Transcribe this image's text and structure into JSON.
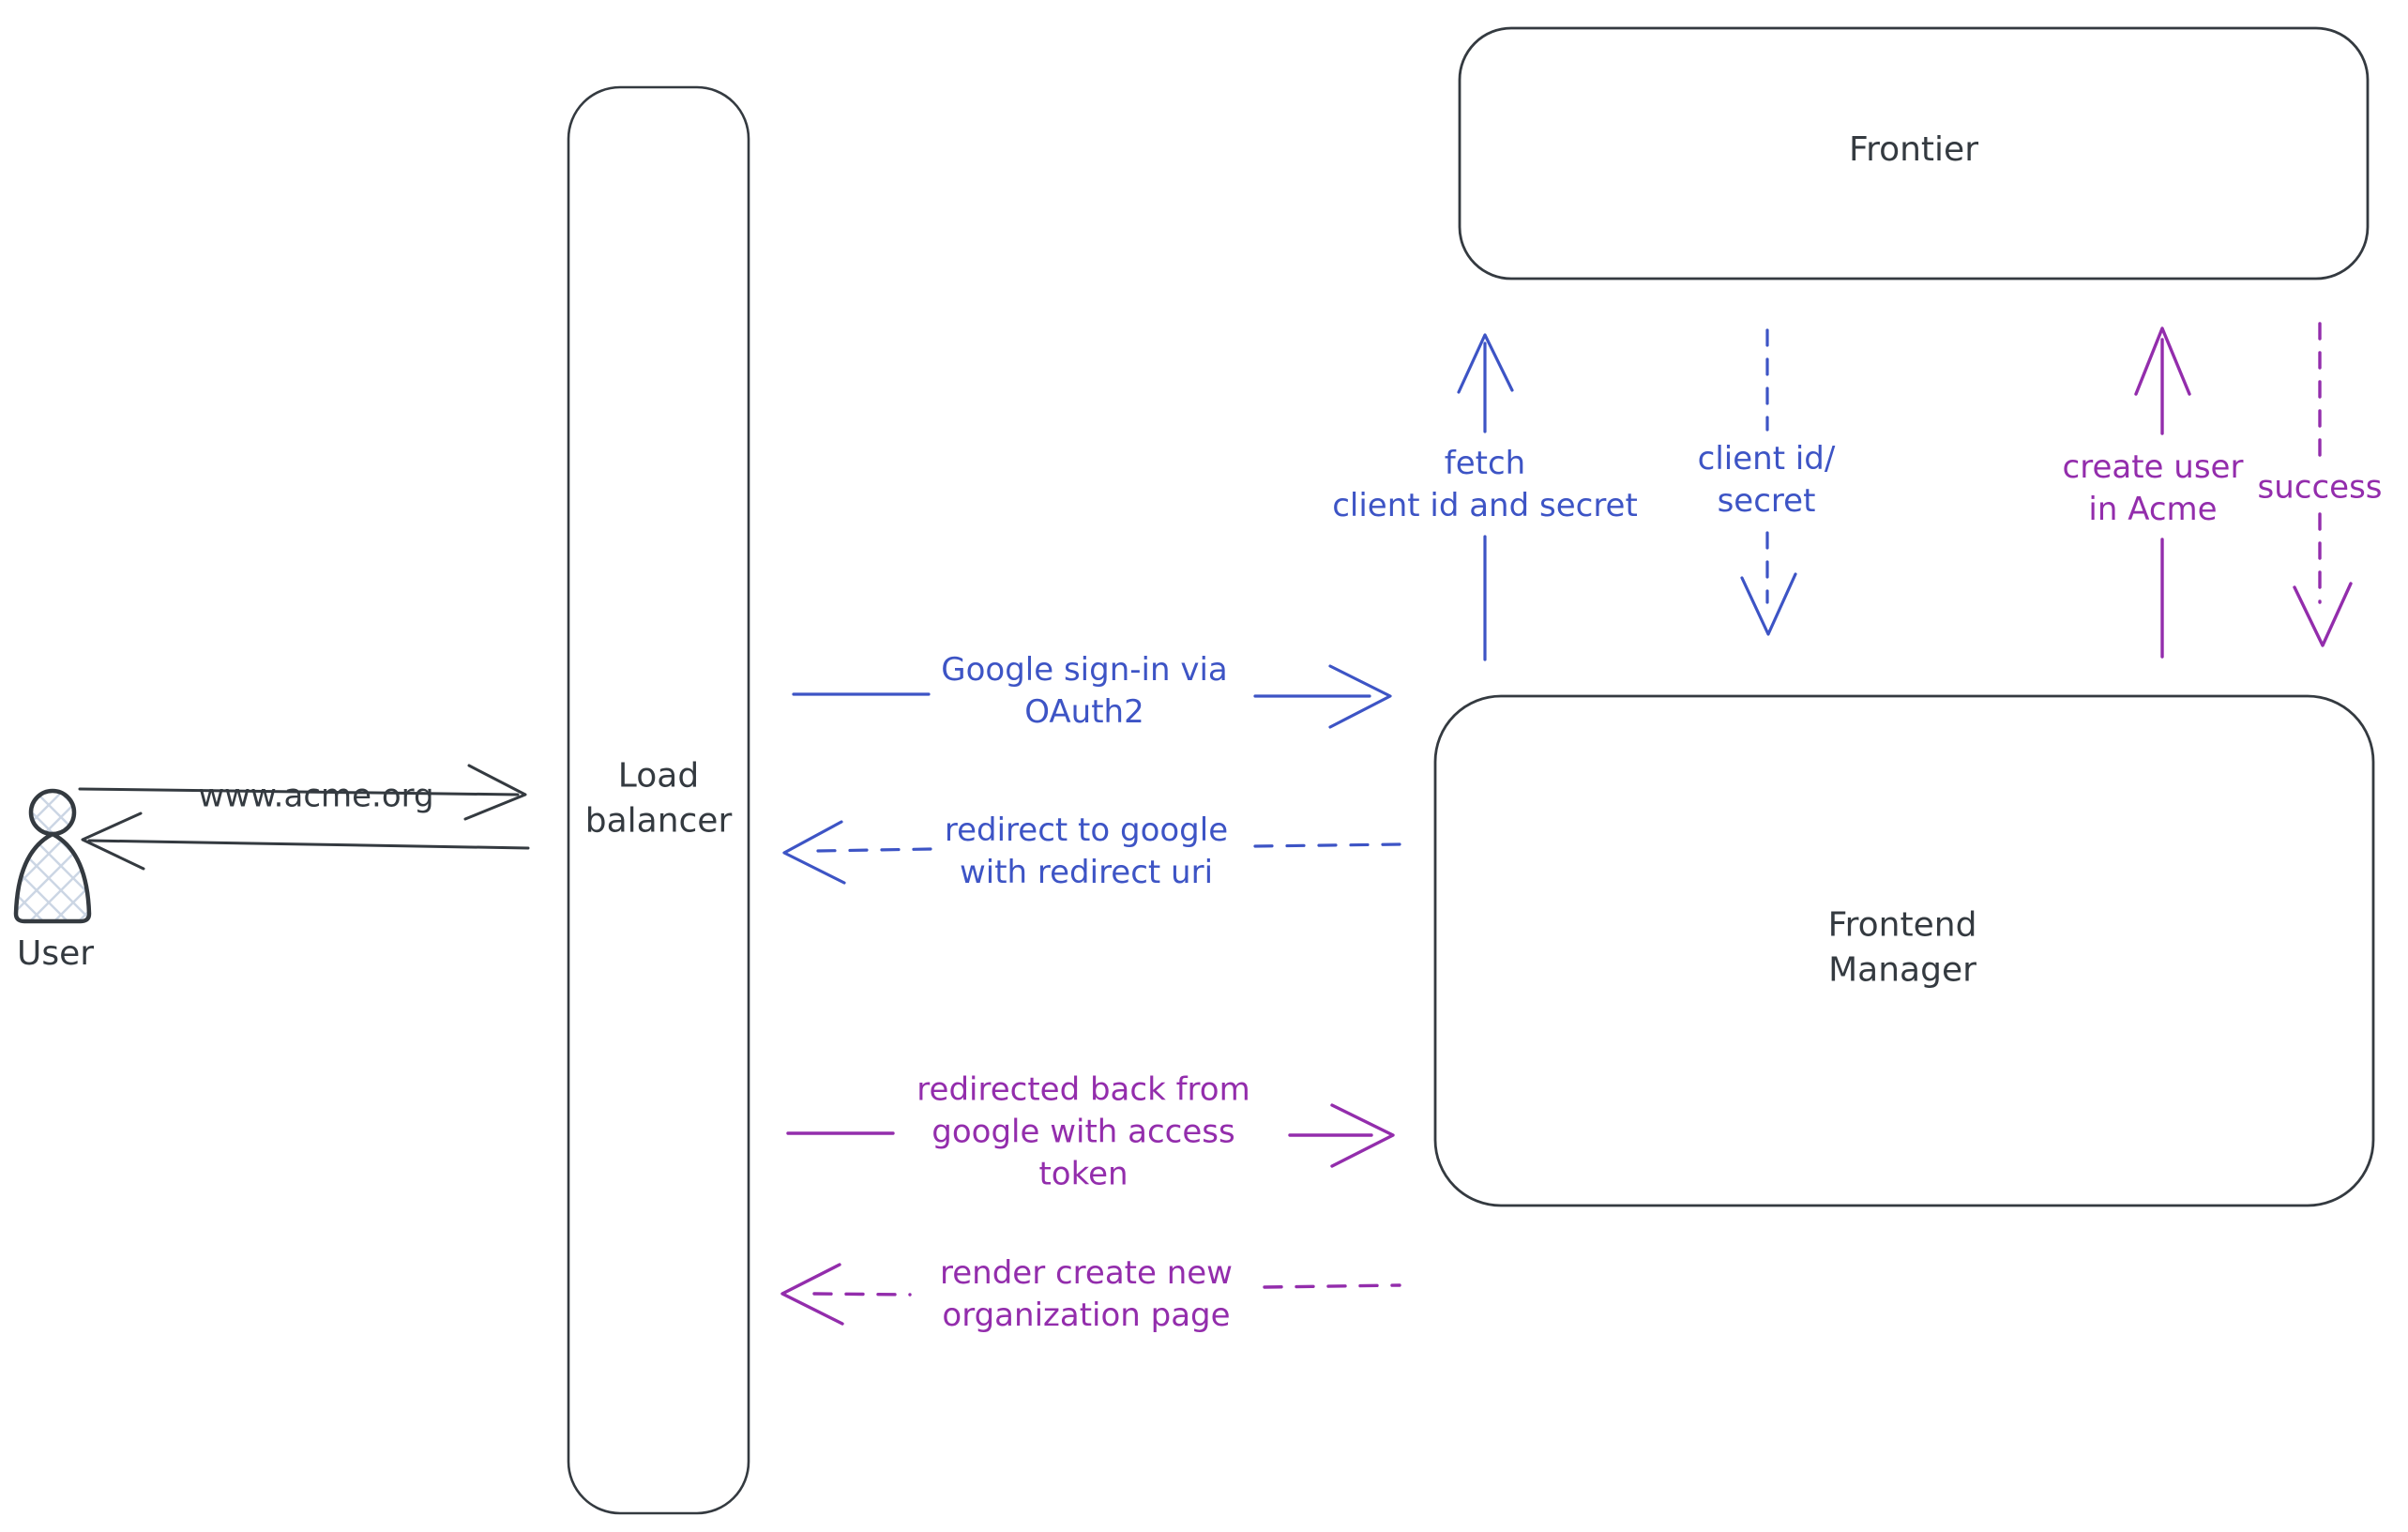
{
  "colors": {
    "ink": "#343a40",
    "blue": "#3d54c5",
    "purple": "#932dac",
    "fill_hatch": "#ccd6e4",
    "background": "#ffffff"
  },
  "nodes": {
    "user": {
      "label": "User"
    },
    "load_balancer": {
      "label": "Load\nbalancer"
    },
    "frontier": {
      "label": "Frontier"
    },
    "frontend_manager": {
      "label": "Frontend\nManager"
    }
  },
  "edges": {
    "www_acme": {
      "label": "www.acme.org",
      "style": "solid",
      "color": "ink",
      "from": "user",
      "to": "load_balancer"
    },
    "response_to_user": {
      "label": "",
      "style": "solid",
      "color": "ink",
      "from": "load_balancer",
      "to": "user"
    },
    "google_signin": {
      "label": "Google sign-in via\nOAuth2",
      "style": "solid",
      "color": "blue",
      "from": "load_balancer",
      "to": "frontend_manager"
    },
    "redirect_google": {
      "label": "redirect to google\nwith redirect uri",
      "style": "dashed",
      "color": "blue",
      "from": "frontend_manager",
      "to": "load_balancer"
    },
    "fetch_secret": {
      "label": "fetch\nclient id and secret",
      "style": "solid",
      "color": "blue",
      "from": "frontend_manager",
      "to": "frontier"
    },
    "client_id_secret": {
      "label": "client id/\nsecret",
      "style": "dashed",
      "color": "blue",
      "from": "frontier",
      "to": "frontend_manager"
    },
    "create_user": {
      "label": "create user\nin Acme",
      "style": "solid",
      "color": "purple",
      "from": "frontend_manager",
      "to": "frontier"
    },
    "success": {
      "label": "success",
      "style": "dashed",
      "color": "purple",
      "from": "frontier",
      "to": "frontend_manager"
    },
    "redirected_back": {
      "label": "redirected back from\ngoogle with access\ntoken",
      "style": "solid",
      "color": "purple",
      "from": "load_balancer",
      "to": "frontend_manager"
    },
    "render_org_page": {
      "label": "render create new\norganization page",
      "style": "dashed",
      "color": "purple",
      "from": "frontend_manager",
      "to": "load_balancer"
    }
  }
}
